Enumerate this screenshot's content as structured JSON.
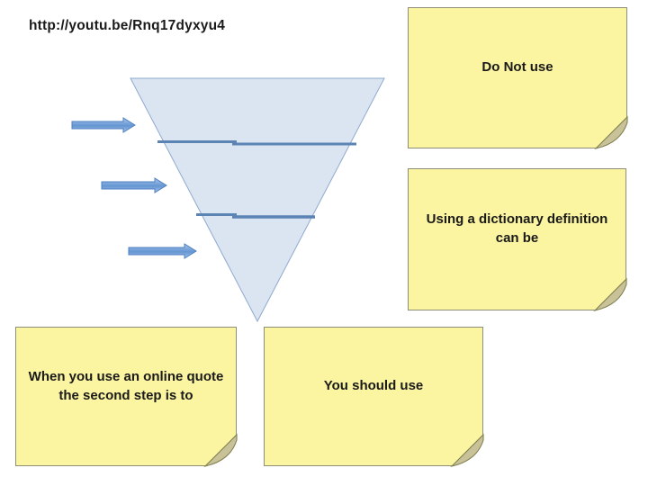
{
  "slide": {
    "background": "#ffffff"
  },
  "header": {
    "url_text": "http://youtu.be/Rnq17dyxyu4",
    "text_color": "#1a1a1a"
  },
  "funnel": {
    "type": "inverted-triangle",
    "fill": "#DBE5F1",
    "outline": "#8FA9CF",
    "divider_color": "#5B84B5",
    "divider_count": 2,
    "section_count": 3,
    "arrow_count": 3,
    "arrow_fill_top": "#A9C5EB",
    "arrow_fill_bottom": "#6496D2",
    "arrow_outline": "#4E7FC1"
  },
  "note_style": {
    "fill": "#FBF4A1",
    "border": "#8F8F79",
    "fold_fill": "#C9C299",
    "fold_outline": "#80804F",
    "text_color": "#1a1a1a"
  },
  "notes": [
    {
      "name": "do-not-use",
      "lines": [
        "Do Not use"
      ]
    },
    {
      "name": "dictionary-definition",
      "lines": [
        "Using a dictionary definition",
        "can be"
      ]
    },
    {
      "name": "online-quote",
      "lines": [
        "When you use an online quote",
        "the second step is to"
      ]
    },
    {
      "name": "you-should-use",
      "lines": [
        "You should use"
      ]
    }
  ]
}
